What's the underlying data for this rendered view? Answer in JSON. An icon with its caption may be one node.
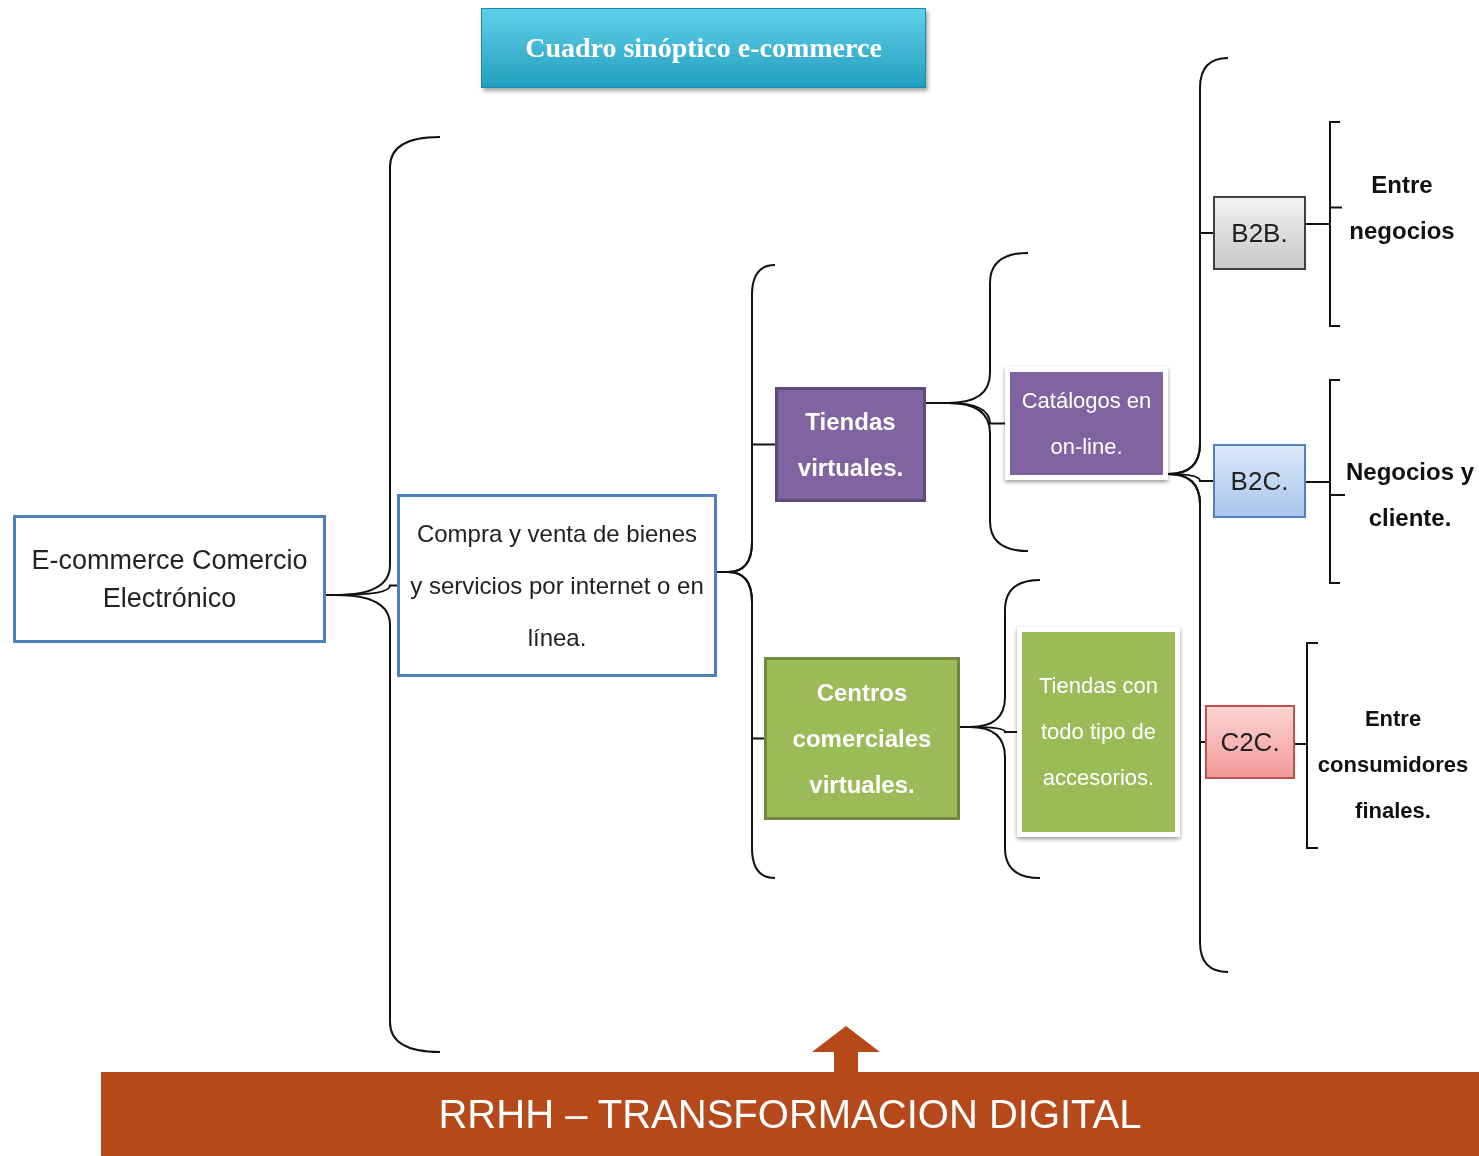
{
  "diagram": {
    "title": "Cuadro sinóptico e-commerce",
    "nodes": [
      {
        "text": [
          "E-commerce Comercio Electrónico"
        ]
      },
      {
        "text": [
          "Compra y venta de bienes y servicios por internet o en línea."
        ]
      },
      {
        "text": [
          "Tiendas virtuales."
        ]
      },
      {
        "text": [
          "Centros comerciales virtuales."
        ]
      },
      {
        "text": [
          "Catálogos en on-line."
        ]
      },
      {
        "text": [
          "Tiendas con todo tipo de accesorios."
        ]
      },
      {
        "text": [
          "B2B."
        ]
      },
      {
        "text": [
          "B2C."
        ]
      },
      {
        "text": [
          "C2C."
        ]
      },
      {
        "text": [
          "Entre negocios"
        ]
      },
      {
        "text": [
          "Negocios y cliente."
        ]
      },
      {
        "text": [
          "Entre consumidores finales."
        ]
      },
      {
        "text": [
          "RRHH – TRANSFORMACION DIGITAL"
        ]
      }
    ],
    "edges": [
      {
        "from": 0,
        "to": 1,
        "arrow": "none"
      },
      {
        "from": 1,
        "to": 2,
        "arrow": "none"
      },
      {
        "from": 1,
        "to": 3,
        "arrow": "none"
      },
      {
        "from": 2,
        "to": 4,
        "arrow": "none"
      },
      {
        "from": 3,
        "to": 5,
        "arrow": "none"
      },
      {
        "from": 4,
        "to": 6,
        "arrow": "none"
      },
      {
        "from": 4,
        "to": 7,
        "arrow": "none"
      },
      {
        "from": 4,
        "to": 8,
        "arrow": "none"
      },
      {
        "from": 6,
        "to": 9,
        "arrow": "none"
      },
      {
        "from": 7,
        "to": 10,
        "arrow": "none"
      },
      {
        "from": 8,
        "to": 11,
        "arrow": "none"
      }
    ]
  }
}
